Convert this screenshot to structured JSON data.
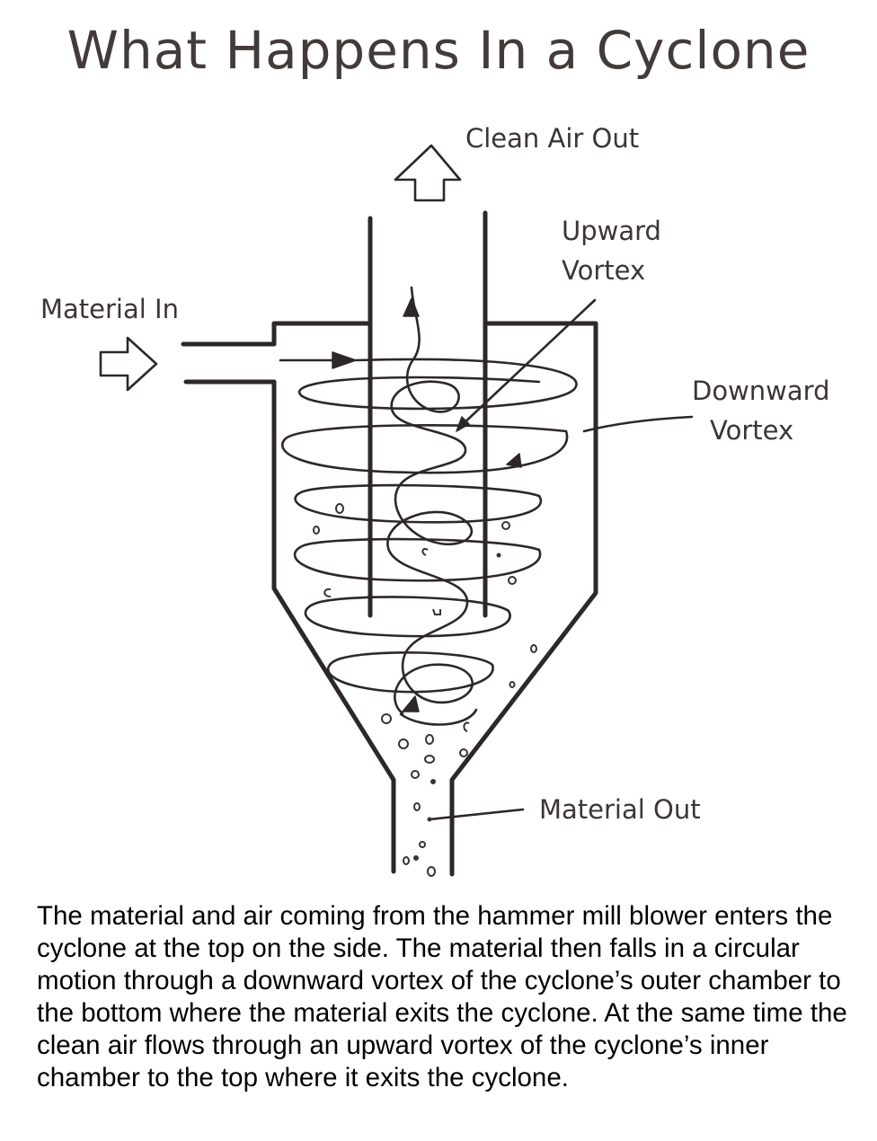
{
  "title": "What Happens In a Cyclone",
  "labels": {
    "clean_air_out": "Clean Air Out",
    "upward_vortex": [
      "Upward",
      "Vortex"
    ],
    "material_in": "Material In",
    "downward_vortex": [
      "Downward",
      "Vortex"
    ],
    "material_out": "Material Out"
  },
  "caption": "The material and air coming from the hammer mill blower enters the cyclone at the top on the side. The material then falls in a circular motion through a downward vortex of the cyclone’s outer chamber to the bottom where the material exits the cyclone. At the same time the clean air flows through an upward vortex of the cyclone’s inner chamber to the top where it exits the cyclone."
}
